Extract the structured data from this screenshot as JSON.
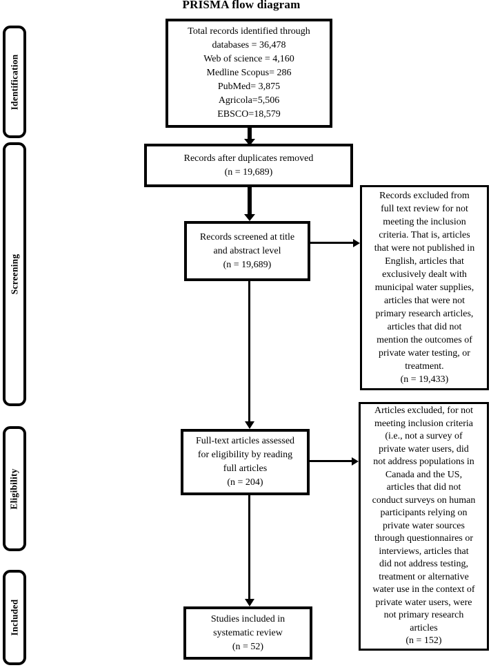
{
  "title": "PRISMA flow diagram",
  "sidebar": {
    "identification": "Identification",
    "screening": "Screening",
    "eligibility": "Eligibility",
    "included": "Included"
  },
  "flow": {
    "identified": "Total records identified through\ndatabases = 36,478\nWeb of science = 4,160\nMedline Scopus= 286\nPubMed= 3,875\nAgricola=5,506\nEBSCO=18,579",
    "deduplicated": "Records after duplicates removed\n(n = 19,689)",
    "screened": "Records screened at title\nand abstract level\n(n = 19,689)",
    "fulltext": "Full-text articles assessed\nfor eligibility by reading\nfull articles\n(n = 204)",
    "included_studies": "Studies included in\nsystematic review\n(n = 52)"
  },
  "exclusions": {
    "records_excluded": "Records excluded from\nfull text review for not\nmeeting the inclusion\ncriteria. That is, articles\nthat were not published in\nEnglish, articles that\nexclusively dealt with\nmunicipal water supplies,\narticles that were not\nprimary research articles,\narticles that did not\nmention the outcomes of\nprivate water testing, or\ntreatment.\n(n = 19,433)",
    "articles_excluded": "Articles excluded, for not\nmeeting inclusion criteria\n(i.e., not a survey of\nprivate water users, did\nnot address populations in\nCanada and the US,\narticles that did not\nconduct surveys on human\nparticipants relying on\nprivate water sources\nthrough questionnaires or\ninterviews, articles that\ndid not address testing,\ntreatment or alternative\nwater use in the context of\nprivate water users, were\nnot primary research\narticles\n(n = 152)"
  },
  "colors": {
    "border": "#000000",
    "background": "#ffffff",
    "text": "#000000"
  }
}
